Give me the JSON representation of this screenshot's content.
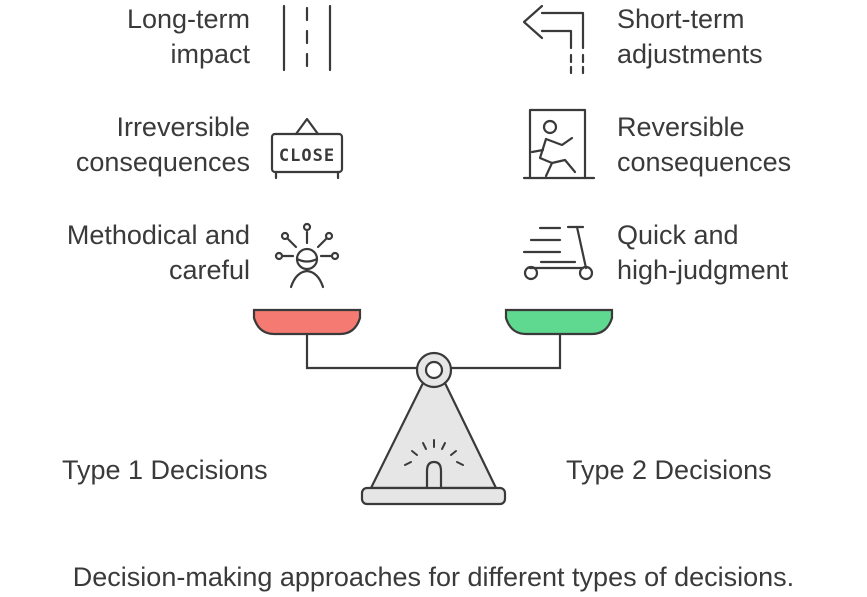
{
  "left_side": {
    "items": [
      {
        "line1": "Long-term",
        "line2": "impact",
        "icon": "road-lanes-icon"
      },
      {
        "line1": "Irreversible",
        "line2": "consequences",
        "icon": "close-sign-icon"
      },
      {
        "line1": "Methodical and",
        "line2": "careful",
        "icon": "person-thinking-icon"
      }
    ],
    "type_label": "Type 1 Decisions",
    "pan_color": "#f47a72"
  },
  "right_side": {
    "items": [
      {
        "line1": "Short-term",
        "line2": "adjustments",
        "icon": "turn-left-arrow-icon"
      },
      {
        "line1": "Reversible",
        "line2": "consequences",
        "icon": "exit-door-icon"
      },
      {
        "line1": "Quick and",
        "line2": "high-judgment",
        "icon": "scooter-icon"
      }
    ],
    "type_label": "Type 2 Decisions",
    "pan_color": "#5fd98f"
  },
  "scale_icon": "balance-scale-icon",
  "caption": "Decision-making approaches for different types of decisions."
}
